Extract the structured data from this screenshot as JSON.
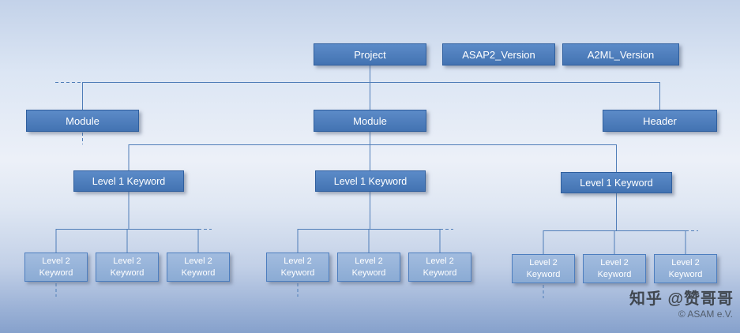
{
  "diagram": {
    "row_top": [
      {
        "label": "Project"
      },
      {
        "label": "ASAP2_Version"
      },
      {
        "label": "A2ML_Version"
      }
    ],
    "row_module": [
      {
        "label": "Module"
      },
      {
        "label": "Module"
      },
      {
        "label": "Header"
      }
    ],
    "row_level1": [
      {
        "label": "Level 1 Keyword"
      },
      {
        "label": "Level 1 Keyword"
      },
      {
        "label": "Level 1 Keyword"
      }
    ],
    "level2_label": "Level 2 Keyword"
  },
  "watermark": {
    "zhihu": "知乎 @赞哥哥",
    "copyright": "© ASAM e.V."
  },
  "colors": {
    "node_fill": "#4d7ebf",
    "node_border": "#2f5f9e",
    "node_light_fill": "#94b2d8",
    "connector": "#4f7db8"
  }
}
